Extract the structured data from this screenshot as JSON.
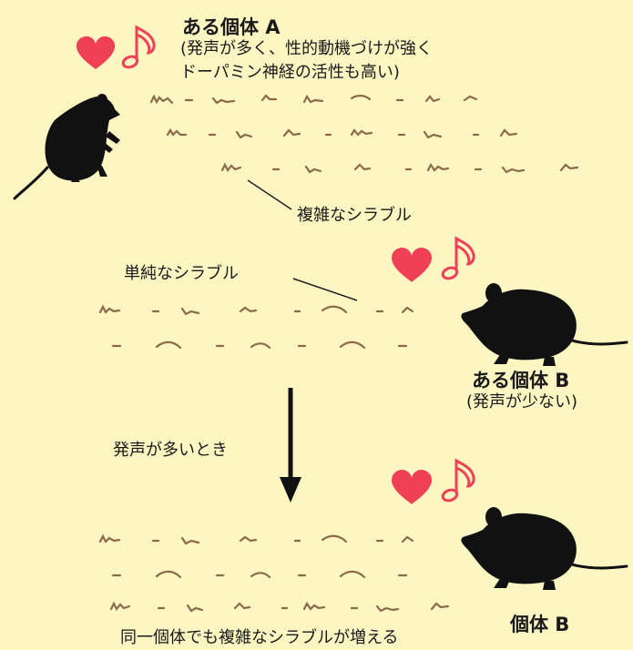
{
  "individual_a": {
    "title": "ある個体 A",
    "note_line1": "(発声が多く、性的動機づけが強く",
    "note_line2": "ドーパミン神経の活性も高い)"
  },
  "label_complex": "複雑なシラブル",
  "label_simple": "単純なシラブル",
  "individual_b": {
    "title": "ある個体 B",
    "note": "(発声が少ない)"
  },
  "arrow_label": "発声が多いとき",
  "individual_b2": {
    "title": "個体 B"
  },
  "bottom_caption": "同一個体でも複雑なシラブルが増える",
  "colors": {
    "background": "#fdf6c3",
    "heart": "#f04055",
    "syllable": "#8a6a4a",
    "mouse": "#111111"
  },
  "icons": [
    "heart-icon",
    "music-note-icon",
    "mouse-icon",
    "down-arrow-icon"
  ]
}
